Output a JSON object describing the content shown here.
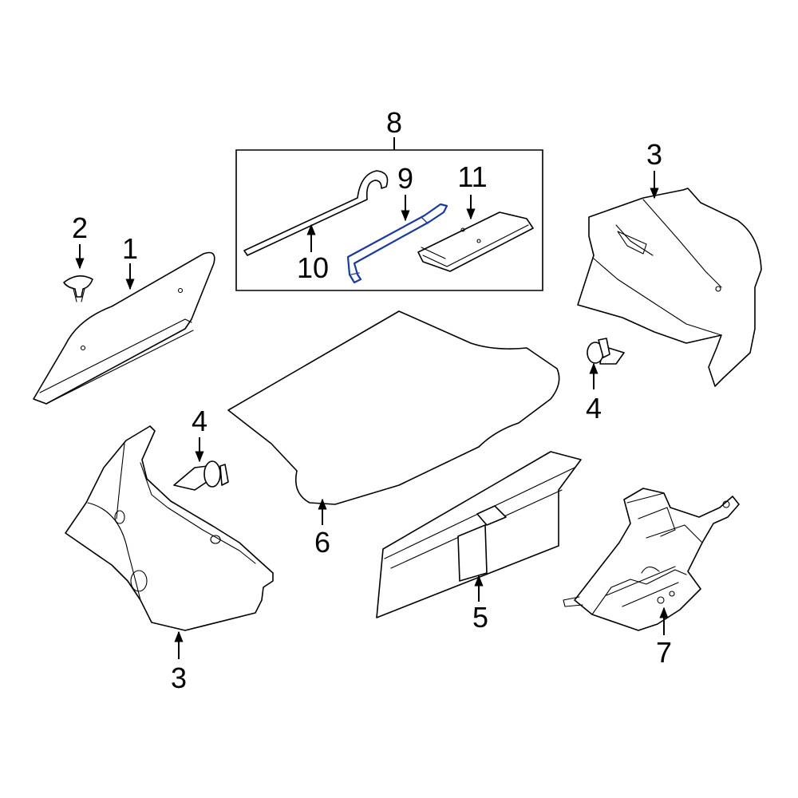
{
  "diagram": {
    "highlight_color": "#1a3a9c",
    "callouts": [
      {
        "id": "c1",
        "label": "1"
      },
      {
        "id": "c2",
        "label": "2"
      },
      {
        "id": "c3a",
        "label": "3"
      },
      {
        "id": "c3b",
        "label": "3"
      },
      {
        "id": "c4a",
        "label": "4"
      },
      {
        "id": "c4b",
        "label": "4"
      },
      {
        "id": "c5",
        "label": "5"
      },
      {
        "id": "c6",
        "label": "6"
      },
      {
        "id": "c7",
        "label": "7"
      },
      {
        "id": "c8",
        "label": "8"
      },
      {
        "id": "c9",
        "label": "9"
      },
      {
        "id": "c10",
        "label": "10"
      },
      {
        "id": "c11",
        "label": "11"
      }
    ]
  }
}
